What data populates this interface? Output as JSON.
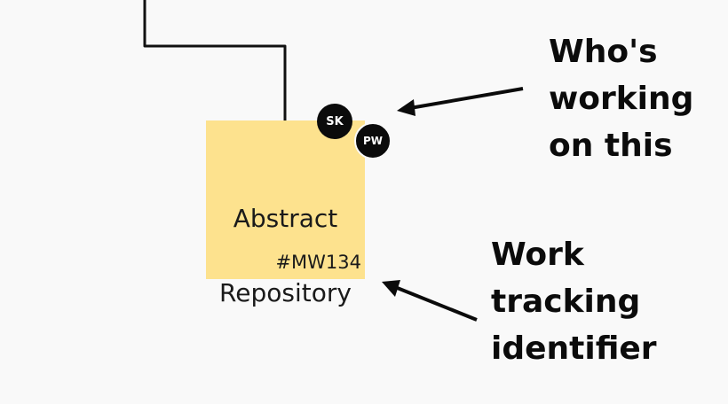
{
  "colors": {
    "background": "#f9f9f9",
    "note": "#fde28e",
    "avatar": "#0b0b0b",
    "line": "#111111"
  },
  "card": {
    "title_line_1": "Abstract",
    "title_line_2": "Repository",
    "identifier": "#MW134"
  },
  "assignees": [
    {
      "initials": "SK"
    },
    {
      "initials": "PW"
    }
  ],
  "annotations": {
    "assignees": {
      "line_1": "Who's",
      "line_2": "working",
      "line_3": "on this"
    },
    "identifier": {
      "line_1": "Work",
      "line_2": "tracking",
      "line_3": "identifier"
    }
  }
}
